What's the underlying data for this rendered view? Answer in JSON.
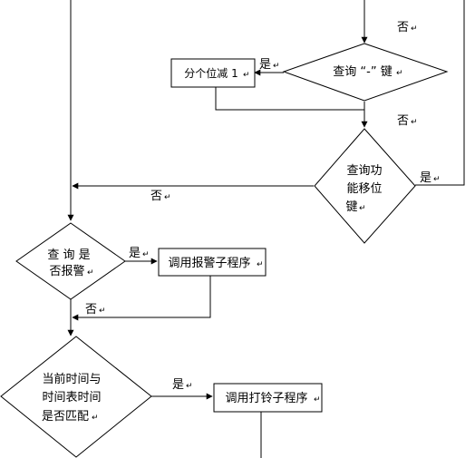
{
  "nodes": {
    "query_minus": "查询 “-” 键",
    "subtract": "分个位减 1",
    "query_shift_l1": "查询功",
    "query_shift_l2": "能移位",
    "query_shift_l3": "键",
    "query_alarm_l1": "查 询 是",
    "query_alarm_l2": "否报警",
    "call_alarm": "调用报警子程序",
    "match_time_l1": "当前时间与",
    "match_time_l2": "时间表时间",
    "match_time_l3": "是否匹配",
    "call_bell": "调用打铃子程序"
  },
  "edges": {
    "no": "否",
    "yes": "是",
    "mark": "↵"
  }
}
